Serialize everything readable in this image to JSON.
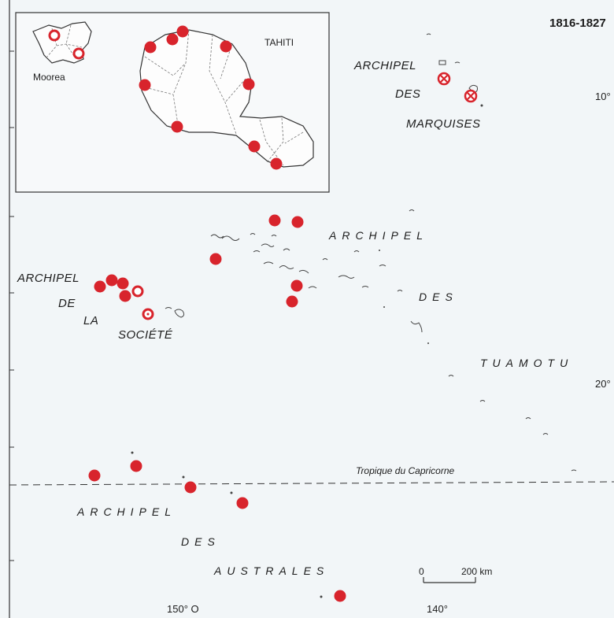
{
  "title": "1816-1827",
  "labels": {
    "inset_tahiti": "TAHITI",
    "inset_moorea": "Moorea",
    "marquises_1": "ARCHIPEL",
    "marquises_2": "DES",
    "marquises_3": "MARQUISES",
    "tuamotu_1": "ARCHIPEL",
    "tuamotu_2": "DES",
    "tuamotu_3": "TUAMOTU",
    "societe_1": "ARCHIPEL",
    "societe_2": "DE",
    "societe_3": "LA",
    "societe_4": "SOCIÉTÉ",
    "australes_1": "ARCHIPEL",
    "australes_2": "DES",
    "australes_3": "AUSTRALES",
    "tropic": "Tropique du Capricorne"
  },
  "graticule": {
    "lat_10": "10°",
    "lat_20": "20°",
    "lon_150": "150° O",
    "lon_140": "140°"
  },
  "scale": {
    "zero": "0",
    "distance": "200 km"
  },
  "colors": {
    "sea": "#f2f6f8",
    "marker": "#d8242c",
    "marker_cross": "#d8242c",
    "land": "#fdfdfd",
    "text": "#1c1c1c"
  },
  "marker_types": [
    "filled-dot",
    "ring",
    "crossed-ring"
  ]
}
